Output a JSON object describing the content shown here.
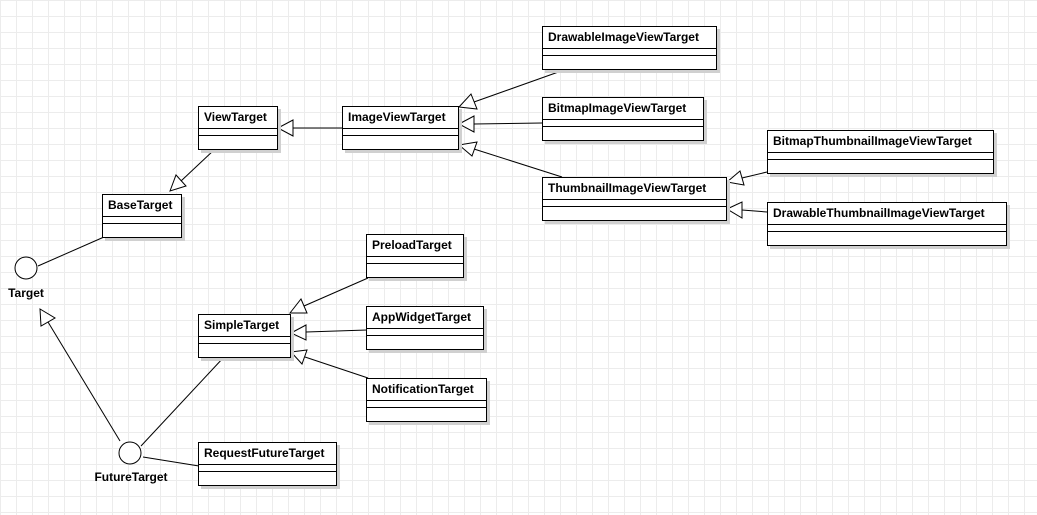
{
  "diagram": {
    "classes": {
      "view_target": "ViewTarget",
      "image_view_target": "ImageViewTarget",
      "drawable_image_view_target": "DrawableImageViewTarget",
      "bitmap_image_view_target": "BitmapImageViewTarget",
      "thumbnail_image_view_target": "ThumbnailImageViewTarget",
      "bitmap_thumbnail_image_view_target": "BitmapThumbnailImageViewTarget",
      "drawable_thumbnail_image_view_target": "DrawableThumbnailImageViewTarget",
      "base_target": "BaseTarget",
      "simple_target": "SimpleTarget",
      "preload_target": "PreloadTarget",
      "app_widget_target": "AppWidgetTarget",
      "notification_target": "NotificationTarget",
      "request_future_target": "RequestFutureTarget"
    },
    "interfaces": {
      "target": "Target",
      "future_target": "FutureTarget"
    },
    "relations": [
      {
        "from": "ImageViewTarget",
        "to": "ViewTarget",
        "type": "generalization"
      },
      {
        "from": "DrawableImageViewTarget",
        "to": "ImageViewTarget",
        "type": "generalization"
      },
      {
        "from": "BitmapImageViewTarget",
        "to": "ImageViewTarget",
        "type": "generalization"
      },
      {
        "from": "ThumbnailImageViewTarget",
        "to": "ImageViewTarget",
        "type": "generalization"
      },
      {
        "from": "BitmapThumbnailImageViewTarget",
        "to": "ThumbnailImageViewTarget",
        "type": "generalization"
      },
      {
        "from": "DrawableThumbnailImageViewTarget",
        "to": "ThumbnailImageViewTarget",
        "type": "generalization"
      },
      {
        "from": "ViewTarget",
        "to": "BaseTarget",
        "type": "generalization"
      },
      {
        "from": "BaseTarget",
        "to": "Target",
        "type": "realization"
      },
      {
        "from": "PreloadTarget",
        "to": "SimpleTarget",
        "type": "generalization"
      },
      {
        "from": "AppWidgetTarget",
        "to": "SimpleTarget",
        "type": "generalization"
      },
      {
        "from": "NotificationTarget",
        "to": "SimpleTarget",
        "type": "generalization"
      },
      {
        "from": "SimpleTarget",
        "to": "FutureTarget",
        "type": "association"
      },
      {
        "from": "RequestFutureTarget",
        "to": "FutureTarget",
        "type": "realization"
      },
      {
        "from": "FutureTarget",
        "to": "Target",
        "type": "generalization"
      }
    ]
  }
}
